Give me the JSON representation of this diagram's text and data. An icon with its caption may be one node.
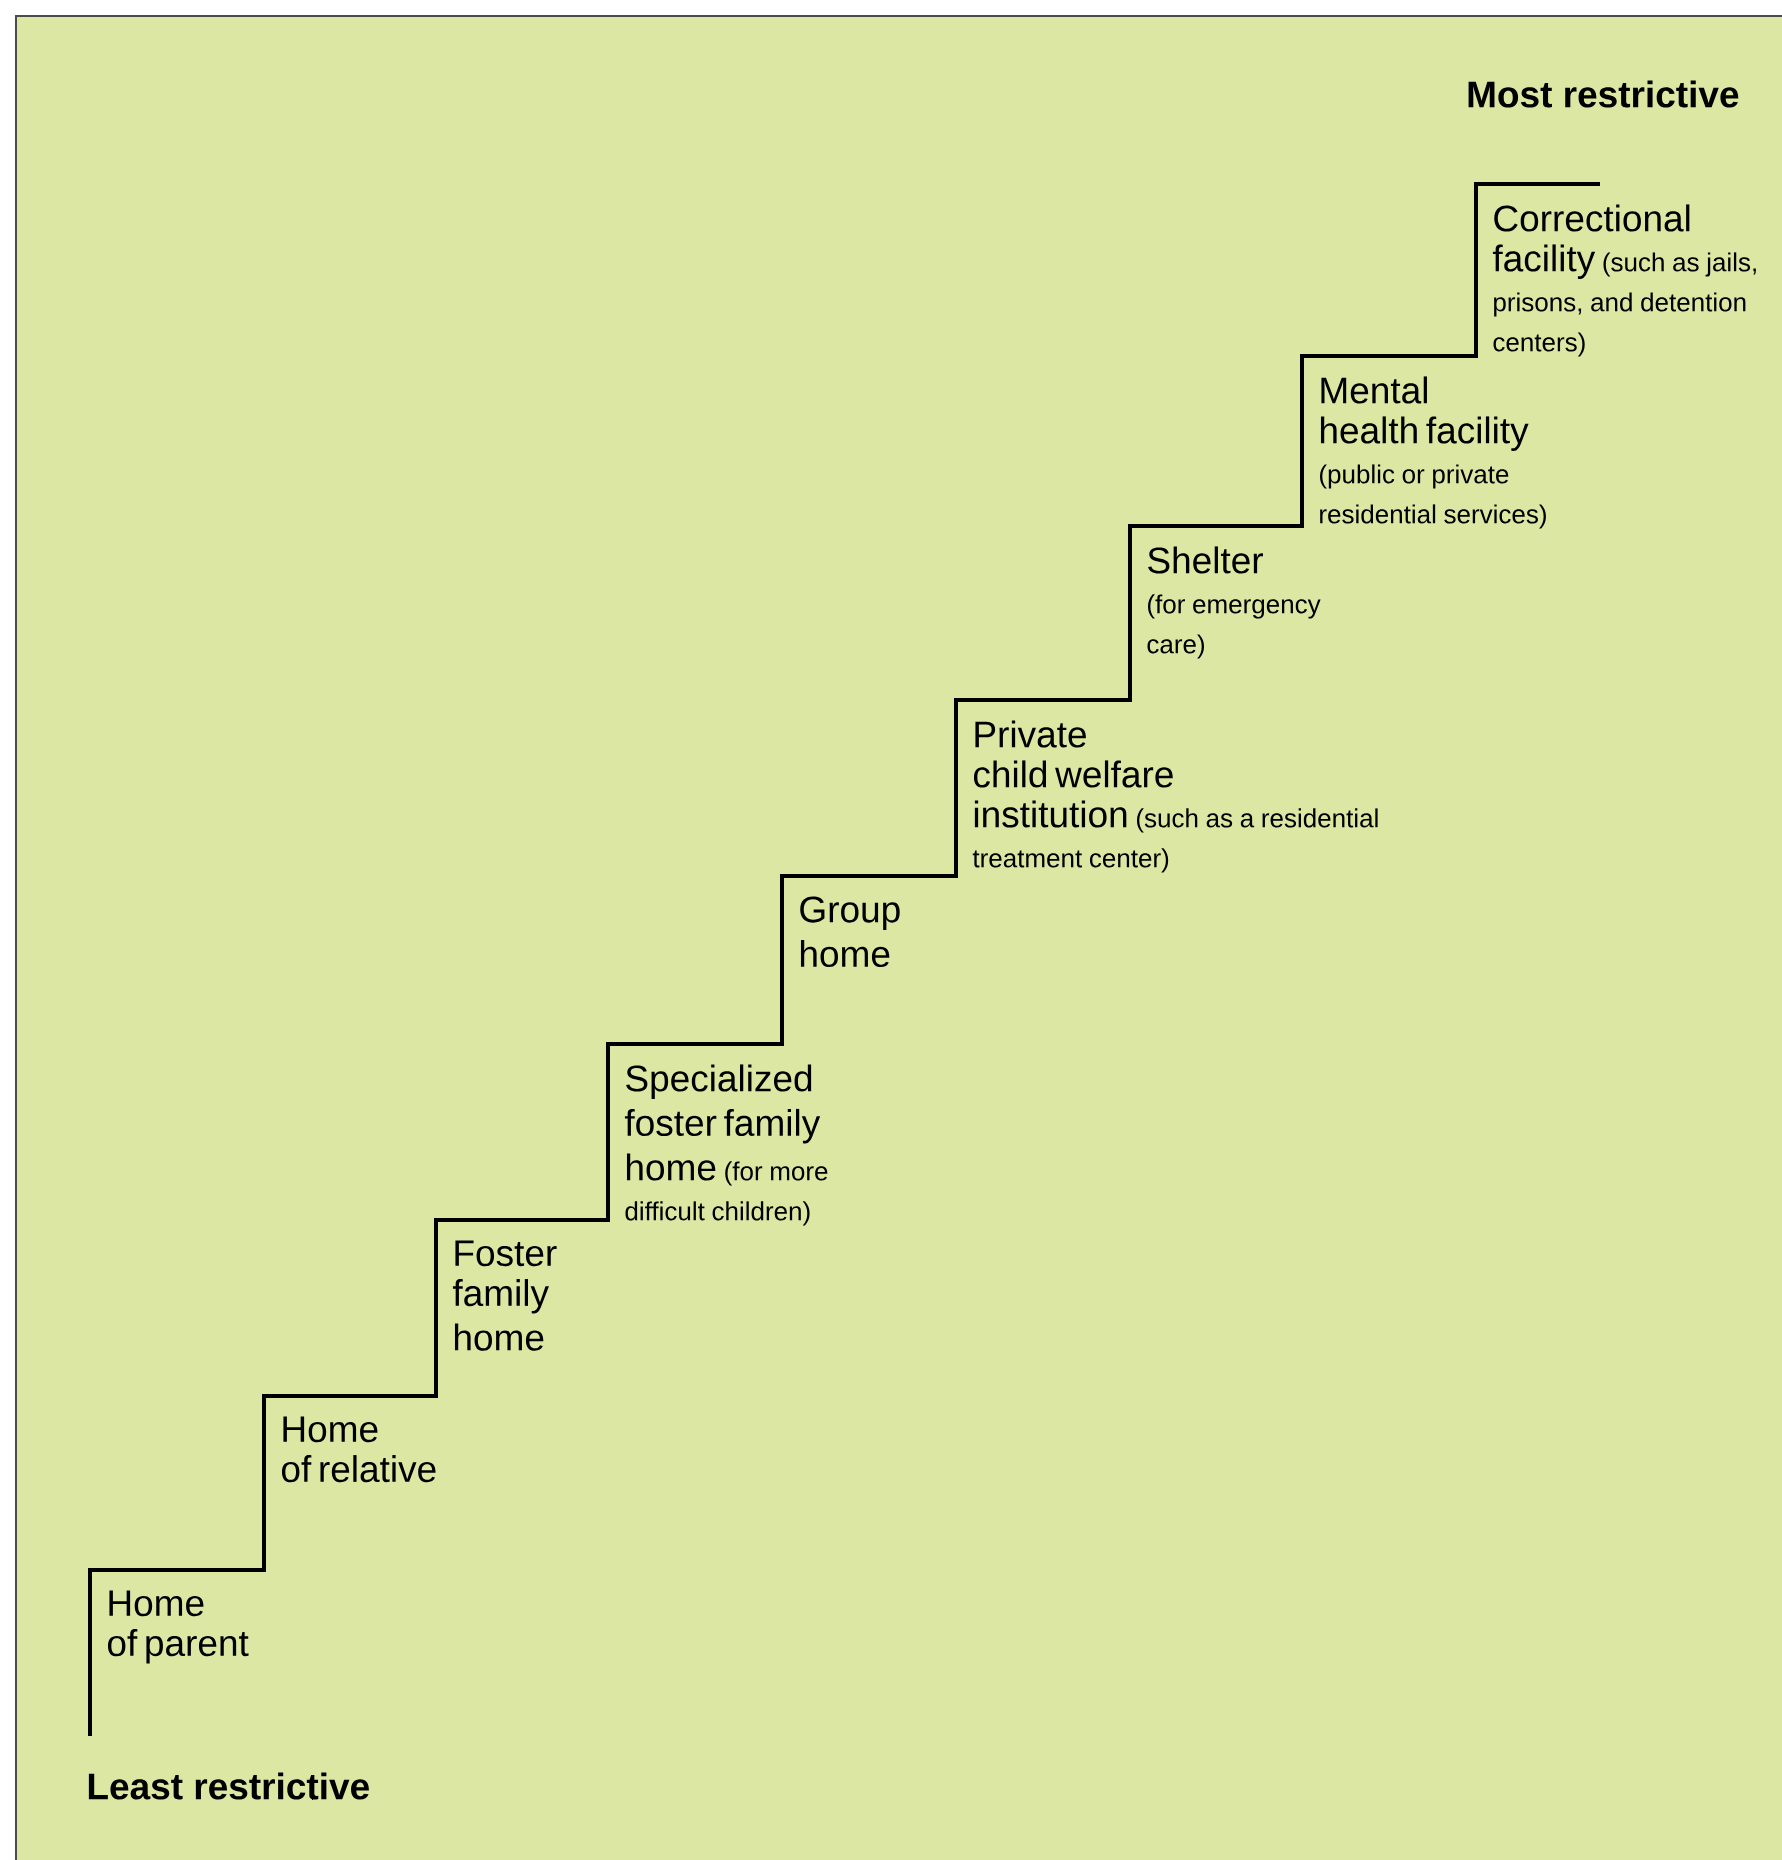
{
  "diagram": {
    "labels": [
      "Most restrictive",
      "Correctional facility",
      "(such as jails, prisons, and detention centers)",
      "Mental health facility",
      "(public or private residential services)",
      "Shelter",
      "(for emergency care)",
      "Private child welfare institution",
      "(such as a residential treatment center)",
      "Group home",
      "Specialized foster family home",
      "(for more difficult children)",
      "Foster family home",
      "Home of relative",
      "Home of parent",
      "Least restrictive"
    ]
  }
}
